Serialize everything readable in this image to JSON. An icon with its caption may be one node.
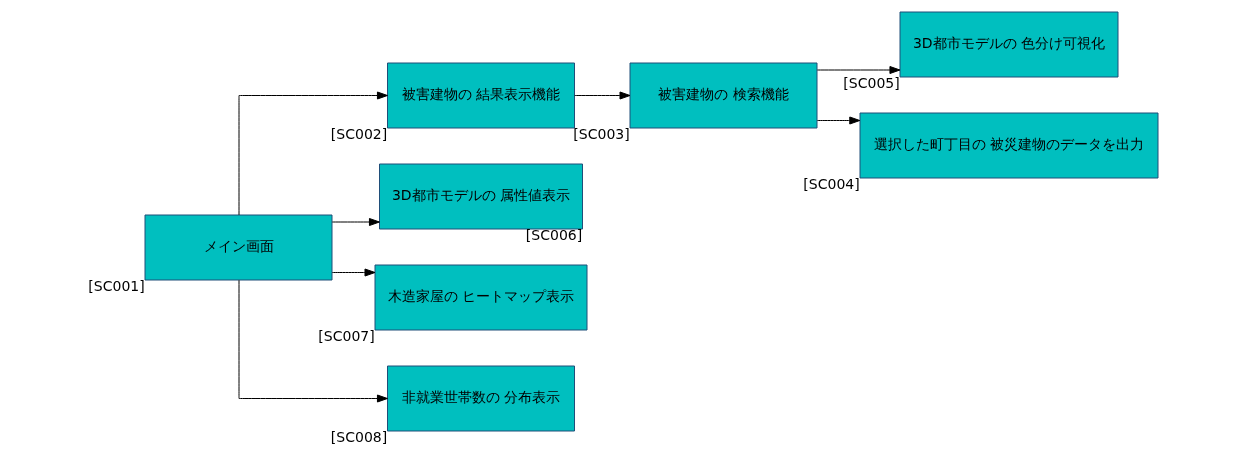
{
  "diagram": {
    "nodes": [
      {
        "text": [
          "メイン画面"
        ],
        "beside": [
          "[SC001]"
        ]
      },
      {
        "text": [
          "被害建物の 結果表示機能"
        ],
        "beside": [
          "[SC002]"
        ]
      },
      {
        "text": [
          "被害建物の 検索機能"
        ],
        "beside": [
          "[SC003]"
        ]
      },
      {
        "text": [
          "3D都市モデルの 色分け可視化"
        ],
        "beside": [
          "[SC005]"
        ]
      },
      {
        "text": [
          "3D都市モデルの 属性値表示"
        ],
        "beside": [
          "[SC006]"
        ]
      },
      {
        "text": [
          "木造家屋の ヒートマップ表示"
        ],
        "beside": [
          "[SC007]"
        ]
      },
      {
        "text": [
          "選択した町丁目の 被災建物のデータを出力"
        ],
        "beside": [
          "[SC004]"
        ]
      },
      {
        "text": [
          "非就業世帯数の 分布表示"
        ],
        "beside": [
          "[SC008]"
        ]
      }
    ],
    "edges": [
      {
        "from": 0,
        "to": 4,
        "arrow": "to"
      },
      {
        "from": 0,
        "to": 1,
        "arrow": "to"
      },
      {
        "from": 0,
        "to": 5,
        "arrow": "to"
      },
      {
        "from": 0,
        "to": 7,
        "arrow": "to"
      },
      {
        "from": 1,
        "to": 2,
        "arrow": "to"
      },
      {
        "from": 2,
        "to": 3,
        "arrow": "to"
      },
      {
        "from": 2,
        "to": 6,
        "arrow": "to"
      }
    ]
  }
}
